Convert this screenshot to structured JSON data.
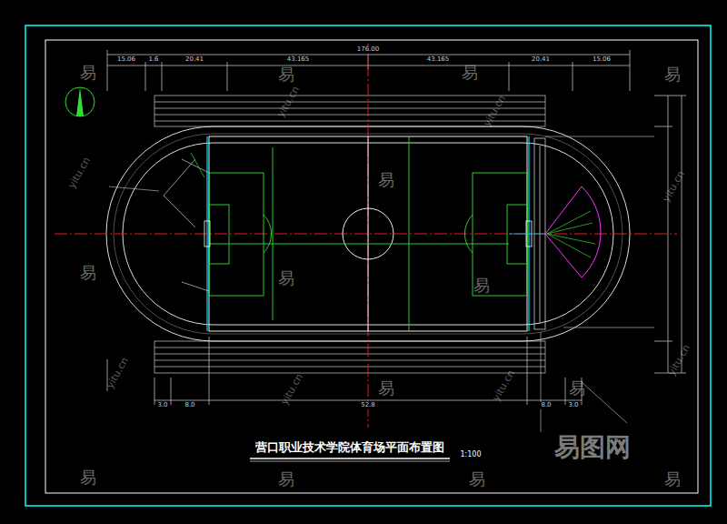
{
  "diagram": {
    "title": "营口职业技术学院体育场平面布置图",
    "labels": [
      "176.00",
      "15.06",
      "1.6",
      "20.41",
      "43.165",
      "43.165",
      "20.41",
      "15.06",
      "3.0",
      "8.0",
      "52.8",
      "8.0",
      "3.0",
      "1:100",
      "易",
      "易",
      "易",
      "易",
      "易",
      "易",
      "易",
      "易",
      "易",
      "易",
      "易",
      "易",
      "易",
      "易",
      "yitu.cn",
      "yitu.cn",
      "yitu.cn",
      "yitu.cn",
      "yitu.cn",
      "yitu.cn",
      "yitu.cn",
      "yitu.cn",
      "易图网"
    ]
  }
}
